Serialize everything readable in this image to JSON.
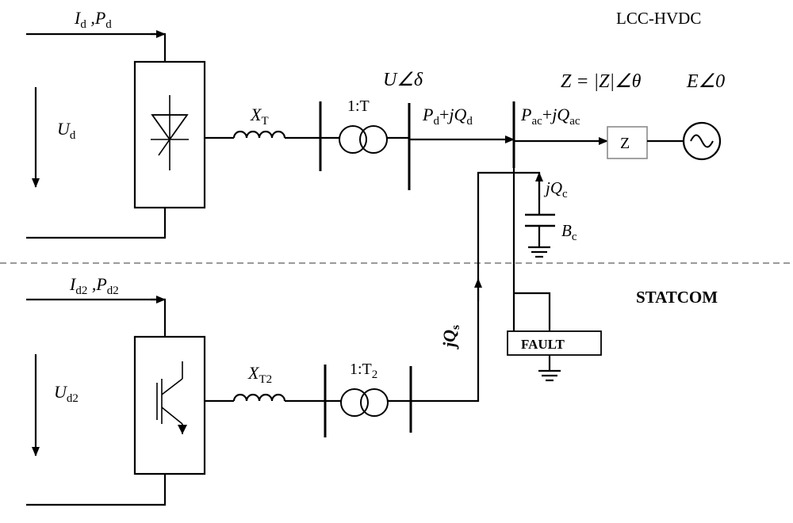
{
  "labels": {
    "system_title": "LCC-HVDC",
    "statcom_title": "STATCOM",
    "fault": "FAULT",
    "z_box": "Z",
    "transformer_top_ratio": "1:T",
    "transformer_bottom_ratio_main": "1:T",
    "transformer_bottom_ratio_sub": "2",
    "voltage_angle": "U∠δ",
    "impedance_expr": "Z = |Z|∠θ",
    "source_expr": "E∠0",
    "dc_current_power_top": {
      "i": "I",
      "i_sub": "d",
      "sep": " ,",
      "p": "P",
      "p_sub": "d"
    },
    "dc_current_power_bottom": {
      "i": "I",
      "i_sub": "d2",
      "sep": " ,",
      "p": "P",
      "p_sub": "d2"
    },
    "dc_voltage_top": {
      "main": "U",
      "sub": "d"
    },
    "dc_voltage_bottom": {
      "main": "U",
      "sub": "d2"
    },
    "reactance_top": {
      "main": "X",
      "sub": "T"
    },
    "reactance_bottom": {
      "main": "X",
      "sub": "T2"
    },
    "flow_hvdc": {
      "a": "P",
      "a_sub": "d",
      "plus": "+",
      "b": "jQ",
      "b_sub": "d"
    },
    "flow_ac": {
      "a": "P",
      "a_sub": "ac",
      "plus": "+",
      "b": "jQ",
      "b_sub": "ac"
    },
    "cap_reactive": {
      "main": "jQ",
      "sub": "c"
    },
    "cap_susceptance": {
      "main": "B",
      "sub": "c"
    },
    "statcom_reactive": {
      "main": "jQ",
      "sub": "s"
    }
  },
  "colors": {
    "line": "#000000",
    "divider": "#9a9a9a",
    "z_box_border": "#8a8a8a"
  },
  "icons": [
    "thyristor-icon",
    "igbt-icon",
    "inductor-icon",
    "transformer-icon",
    "capacitor-icon",
    "ground-icon",
    "ac-source-icon",
    "arrow-icon"
  ]
}
